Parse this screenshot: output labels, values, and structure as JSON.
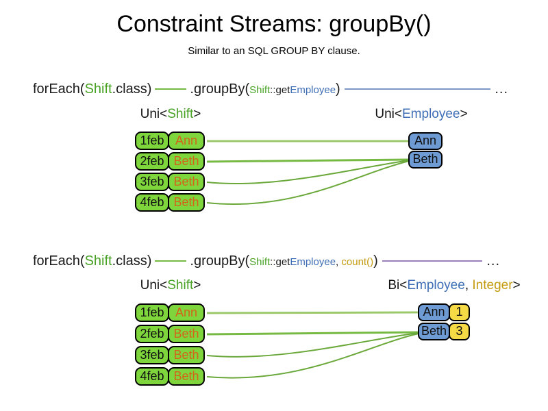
{
  "title": "Constraint Streams: groupBy()",
  "subtitle": "Similar to an SQL GROUP BY clause.",
  "colors": {
    "shift_green_text": "#47a224",
    "employee_blue_text": "#3d6eb5",
    "integer_gold_text": "#c49b0e",
    "name_orange_text": "#d2641c",
    "box_green": "#7ed63c",
    "box_blue": "#6f9bd4",
    "box_yellow": "#f5d945",
    "line_green_light": "#9bc96a",
    "line_green": "#76b943",
    "line_green_dark": "#6aa83a",
    "line_blue": "#7d96c8",
    "line_purple": "#9c80ba"
  },
  "code1": {
    "foreach_open": "forEach(",
    "foreach_type": "Shift",
    "foreach_close": ".class)",
    "groupby_open": ".groupBy(",
    "param_class": "Shift",
    "param_method": "::get",
    "param_type": "Employee",
    "groupby_close": ")",
    "ellipsis": "..."
  },
  "code2": {
    "foreach_open": "forEach(",
    "foreach_type": "Shift",
    "foreach_close": ".class)",
    "groupby_open": ".groupBy(",
    "param_class": "Shift",
    "param_method": "::get",
    "param_type": "Employee",
    "param_sep": ", ",
    "param_collector": "count()",
    "groupby_close": ")",
    "ellipsis": "..."
  },
  "diagram1": {
    "left_label": {
      "open": "Uni<",
      "type": "Shift",
      "close": ">"
    },
    "right_label": {
      "open": "Uni<",
      "type": "Employee",
      "close": ">"
    },
    "rows": [
      {
        "date": "1feb",
        "name": "Ann"
      },
      {
        "date": "2feb",
        "name": "Beth"
      },
      {
        "date": "3feb",
        "name": "Beth"
      },
      {
        "date": "4feb",
        "name": "Beth"
      }
    ],
    "groups": [
      {
        "name": "Ann"
      },
      {
        "name": "Beth"
      }
    ]
  },
  "diagram2": {
    "left_label": {
      "open": "Uni<",
      "type": "Shift",
      "close": ">"
    },
    "right_label": {
      "open": "Bi<",
      "type1": "Employee",
      "sep": ", ",
      "type2": "Integer",
      "close": ">"
    },
    "rows": [
      {
        "date": "1feb",
        "name": "Ann"
      },
      {
        "date": "2feb",
        "name": "Beth"
      },
      {
        "date": "3feb",
        "name": "Beth"
      },
      {
        "date": "4feb",
        "name": "Beth"
      }
    ],
    "groups": [
      {
        "name": "Ann",
        "count": "1"
      },
      {
        "name": "Beth",
        "count": "3"
      }
    ]
  }
}
